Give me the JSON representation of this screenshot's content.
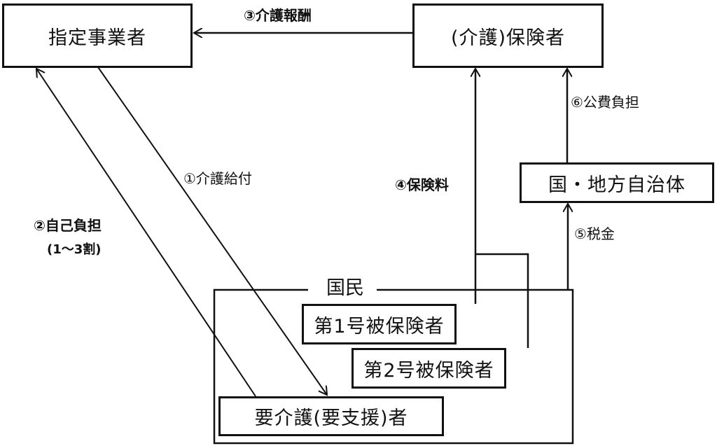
{
  "diagram": {
    "title": "介護保険制度の仕組み",
    "nodes": {
      "provider": "指定事業者",
      "insurer": "(介護)保険者",
      "government": "国・地方自治体",
      "citizens_group": "国民",
      "insured_1": "第1号被保険者",
      "insured_2": "第2号被保険者",
      "care_recipient": "要介護(要支援)者"
    },
    "flows": [
      {
        "id": "1",
        "label": "①介護給付",
        "from": "指定事業者",
        "to": "要介護(要支援)者",
        "bold": false
      },
      {
        "id": "2",
        "label": "②自己負担",
        "sublabel": "(1～3割)",
        "from": "要介護(要支援)者",
        "to": "指定事業者",
        "bold": true
      },
      {
        "id": "3",
        "label": "③介護報酬",
        "from": "(介護)保険者",
        "to": "指定事業者",
        "bold": true
      },
      {
        "id": "4",
        "label": "④保険料",
        "from": "第1号被保険者・第2号被保険者",
        "to": "(介護)保険者",
        "bold": true
      },
      {
        "id": "5",
        "label": "⑤税金",
        "from": "国民",
        "to": "国・地方自治体",
        "bold": false
      },
      {
        "id": "6",
        "label": "⑥公費負担",
        "from": "国・地方自治体",
        "to": "(介護)保険者",
        "bold": false
      }
    ]
  }
}
